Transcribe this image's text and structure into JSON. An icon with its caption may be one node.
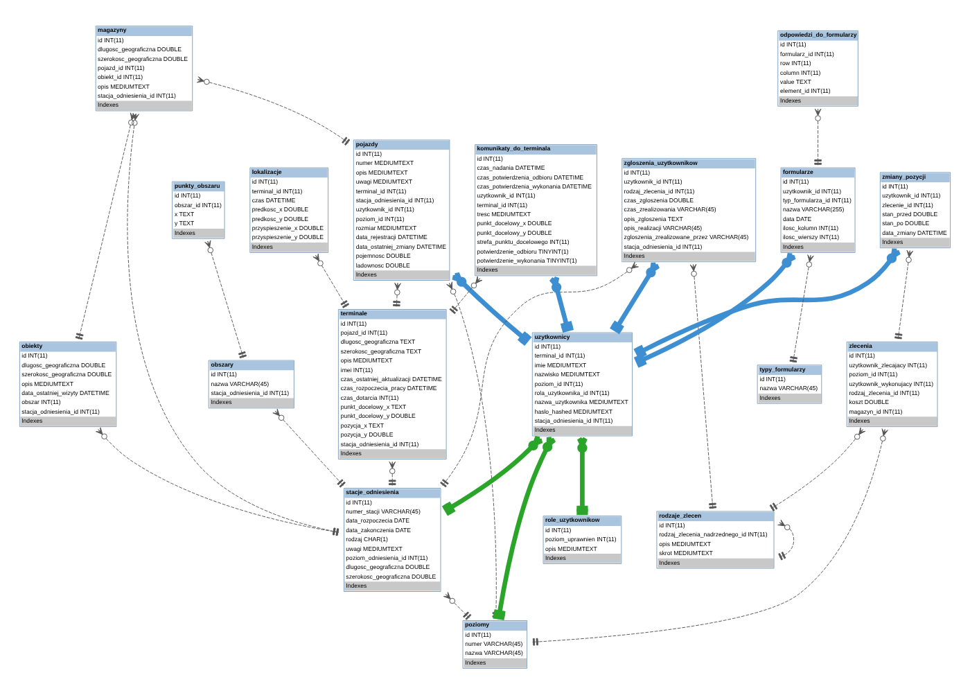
{
  "diagram": {
    "nodes": [
      {
        "text": [
          "pojazdy",
          "id INT(11)",
          "numer MEDIUMTEXT",
          "opis MEDIUMTEXT",
          "uwagi MEDIUMTEXT",
          "terminal_id INT(11)",
          "stacja_odniesienia_id INT(11)",
          "uzytkownik_id INT(11)",
          "poziom_id INT(11)",
          "rozmiar MEDIUMTEXT",
          "data_rejestracji DATETIME",
          "data_ostatniej_zmiany DATETIME",
          "pojemnosc DOUBLE",
          "ladownosc DOUBLE",
          "Indexes"
        ]
      },
      {
        "text": [
          "lokalizacje",
          "id INT(11)",
          "terminal_id INT(11)",
          "czas DATETIME",
          "predkosc_x DOUBLE",
          "predkosc_y DOUBLE",
          "przyspieszenie_x DOUBLE",
          "przyspieszenie_y DOUBLE",
          "Indexes"
        ]
      },
      {
        "text": [
          "terminale",
          "id INT(11)",
          "pojazd_id INT(11)",
          "dlugosc_geograficzna TEXT",
          "szerokosc_geograficzna TEXT",
          "opis MEDIUMTEXT",
          "imei INT(11)",
          "czas_ostatniej_aktualizacji DATETIME",
          "czas_rozpoczecia_pracy DATETIME",
          "czas_dotarcia INT(11)",
          "punkt_docelowy_x TEXT",
          "punkt_docelowy_y DOUBLE",
          "pozycja_x TEXT",
          "pozycja_y DOUBLE",
          "stacja_odniesienia_id INT(11)",
          "Indexes"
        ]
      },
      {
        "text": [
          "poziomy",
          "id INT(11)",
          "numer VARCHAR(45)",
          "nazwa VARCHAR(45)",
          "Indexes"
        ]
      },
      {
        "text": [
          "zlecenia",
          "id INT(11)",
          "uzytkownik_zlecajacy INT(11)",
          "poziom_id INT(11)",
          "uzytkownik_wykonujacy INT(11)",
          "rodzaj_zlecenia_id INT(11)",
          "koszt DOUBLE",
          "magazyn_id INT(11)",
          "Indexes"
        ]
      },
      {
        "text": [
          "rodzaje_zlecen",
          "id INT(11)",
          "rodzaj_zlecenia_nadrzednego_id INT(11)",
          "opis MEDIUMTEXT",
          "skrot MEDIUMTEXT",
          "Indexes"
        ]
      },
      {
        "text": [
          "zgloszenia_uzytkownikow",
          "id INT(11)",
          "uzytkownik_id INT(11)",
          "rodzaj_zlecenia_id INT(11)",
          "czas_zgloszenia DOUBLE",
          "czas_zrealizowania VARCHAR(45)",
          "opis_zgloszenia TEXT",
          "opis_realizacji VARCHAR(45)",
          "zgloszenia_zrealizowane_przez VARCHAR(45)",
          "stacja_odniesienia_id INT(11)",
          "Indexes"
        ]
      },
      {
        "text": [
          "stacje_odniesienia",
          "id INT(11)",
          "numer_stacji VARCHAR(45)",
          "data_rozpoczecia DATE",
          "data_zakonczenia DATE",
          "rodzaj CHAR(1)",
          "uwagi MEDIUMTEXT",
          "poziom_odniesienia_id INT(11)",
          "dlugosc_geograficzna DOUBLE",
          "szerokosc_geograficzna DOUBLE",
          "Indexes"
        ]
      },
      {
        "text": [
          "obiekty",
          "id INT(11)",
          "dlugosc_geograficzna DOUBLE",
          "szerokosc_geograficzna DOUBLE",
          "opis MEDIUMTEXT",
          "data_ostatniej_wizyty DATETIME",
          "obszar INT(11)",
          "stacja_odniesienia_id INT(11)",
          "Indexes"
        ]
      },
      {
        "text": [
          "magazyny",
          "id INT(11)",
          "dlugosc_geograficzna DOUBLE",
          "szerokosc_geograficzna DOUBLE",
          "pojazd_id INT(11)",
          "obiekt_id INT(11)",
          "opis MEDIUMTEXT",
          "stacja_odniesienia_id INT(11)",
          "Indexes"
        ]
      },
      {
        "text": [
          "uzytkownicy",
          "id INT(11)",
          "terminal_id INT(11)",
          "imie MEDIUMTEXT",
          "nazwisko MEDIUMTEXT",
          "poziom_id INT(11)",
          "rola_uzytkownika_id INT(11)",
          "nazwa_uzytkownika MEDIUMTEXT",
          "haslo_hashed MEDIUMTEXT",
          "stacja_odniesienia_id INT(11)",
          "Indexes"
        ]
      },
      {
        "text": [
          "komunikaty_do_terminala",
          "id INT(11)",
          "czas_nadania DATETIME",
          "czas_potwierdzenia_odbioru DATETIME",
          "czas_potwierdzenia_wykonania DATETIME",
          "uzytkownik_id INT(11)",
          "terminal_id INT(11)",
          "tresc MEDIUMTEXT",
          "punkt_docelowy_x DOUBLE",
          "punkt_docelowy_y DOUBLE",
          "strefa_punktu_docelowego INT(11)",
          "potwierdzenie_odbioru TINYINT(1)",
          "potwierdzenie_wykonania TINYINT(1)",
          "Indexes"
        ]
      },
      {
        "text": [
          "zmiany_pozycji",
          "id INT(11)",
          "uzytkownik_id INT(11)",
          "zlecenie_id INT(11)",
          "stan_przed DOUBLE",
          "stan_po DOUBLE",
          "data_zmiany DATETIME",
          "Indexes"
        ]
      },
      {
        "text": [
          "obszary",
          "id INT(11)",
          "nazwa VARCHAR(45)",
          "stacja_odniesienia_id INT(11)",
          "Indexes"
        ]
      },
      {
        "text": [
          "role_uzytkownikow",
          "id INT(11)",
          "poziom_uprawnien INT(11)",
          "opis MEDIUMTEXT",
          "Indexes"
        ]
      },
      {
        "text": [
          "punkty_obszaru",
          "id INT(11)",
          "obszar_id INT(11)",
          "x TEXT",
          "y TEXT",
          "Indexes"
        ]
      },
      {
        "text": [
          "typy_formularzy",
          "id INT(11)",
          "nazwa VARCHAR(45)",
          "Indexes"
        ]
      },
      {
        "text": [
          "formularze",
          "id INT(11)",
          "uzytkownik_id INT(11)",
          "typ_formularza_id INT(11)",
          "nazwa VARCHAR(255)",
          "data DATE",
          "ilosc_kolumn INT(11)",
          "ilosc_wierszy INT(11)",
          "Indexes"
        ]
      },
      {
        "text": [
          "odpowiedzi_do_formularzy",
          "id INT(11)",
          "formularz_id INT(11)",
          "row INT(11)",
          "column INT(11)",
          "value TEXT",
          "element_id INT(11)",
          "Indexes"
        ]
      }
    ],
    "edges": [
      {
        "from": 1,
        "to": 2,
        "arrow": "other",
        "style": "dashed"
      },
      {
        "from": 0,
        "to": 2,
        "arrow": "other",
        "style": "dashed"
      },
      {
        "from": 0,
        "to": 3,
        "arrow": "other",
        "style": "dashed"
      },
      {
        "from": 2,
        "to": 7,
        "arrow": "other",
        "style": "dashed"
      },
      {
        "from": 0,
        "to": 10,
        "arrow": "other",
        "style": "thick",
        "color": "#3d8fd1"
      },
      {
        "from": 7,
        "to": 3,
        "arrow": "other",
        "style": "dashed"
      },
      {
        "from": 4,
        "to": 3,
        "arrow": "other",
        "style": "dashed"
      },
      {
        "from": 4,
        "to": 5,
        "arrow": "other",
        "style": "dashed"
      },
      {
        "from": 5,
        "to": 5,
        "arrow": "other",
        "style": "dashed"
      },
      {
        "from": 6,
        "to": 5,
        "arrow": "other",
        "style": "dashed"
      },
      {
        "from": 6,
        "to": 10,
        "arrow": "other",
        "style": "thick",
        "color": "#3d8fd1"
      },
      {
        "from": 6,
        "to": 7,
        "arrow": "other",
        "style": "dashed"
      },
      {
        "from": 8,
        "to": 7,
        "arrow": "other",
        "style": "dashed"
      },
      {
        "from": 9,
        "to": 0,
        "arrow": "other",
        "style": "dashed"
      },
      {
        "from": 9,
        "to": 8,
        "arrow": "other",
        "style": "dashed"
      },
      {
        "from": 9,
        "to": 7,
        "arrow": "other",
        "style": "dashed"
      },
      {
        "from": 10,
        "to": 3,
        "arrow": "other",
        "style": "thick",
        "color": "#2aa52a"
      },
      {
        "from": 10,
        "to": 7,
        "arrow": "other",
        "style": "thick",
        "color": "#2aa52a"
      },
      {
        "from": 11,
        "to": 2,
        "arrow": "other",
        "style": "dashed"
      },
      {
        "from": 11,
        "to": 10,
        "arrow": "other",
        "style": "thick",
        "color": "#3d8fd1"
      },
      {
        "from": 12,
        "to": 10,
        "arrow": "other",
        "style": "thick",
        "color": "#3d8fd1"
      },
      {
        "from": 12,
        "to": 4,
        "arrow": "other",
        "style": "dashed"
      },
      {
        "from": 13,
        "to": 7,
        "arrow": "other",
        "style": "dashed"
      },
      {
        "from": 15,
        "to": 13,
        "arrow": "other",
        "style": "dashed"
      },
      {
        "from": 10,
        "to": 14,
        "arrow": "other",
        "style": "thick",
        "color": "#2aa52a"
      },
      {
        "from": 17,
        "to": 10,
        "arrow": "other",
        "style": "thick",
        "color": "#3d8fd1"
      },
      {
        "from": 17,
        "to": 16,
        "arrow": "other",
        "style": "dashed"
      },
      {
        "from": 18,
        "to": 17,
        "arrow": "other",
        "style": "dashed"
      }
    ]
  }
}
